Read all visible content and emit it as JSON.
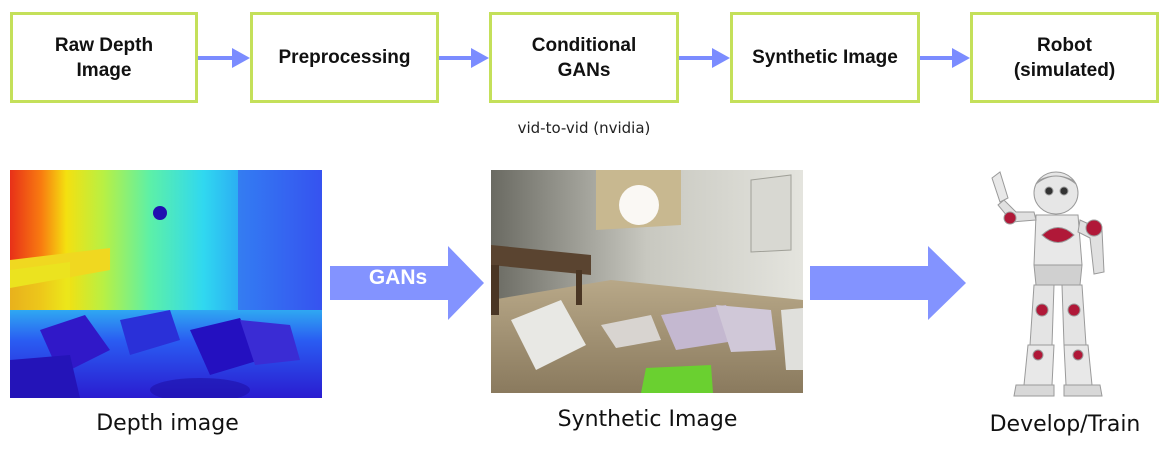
{
  "pipeline": {
    "steps": [
      {
        "label": "Raw Depth\nImage"
      },
      {
        "label": "Preprocessing"
      },
      {
        "label": "Conditional\nGANs"
      },
      {
        "label": "Synthetic Image"
      },
      {
        "label": "Robot\n(simulated)"
      }
    ],
    "note": "vid-to-vid (nvidia)"
  },
  "bottom": {
    "arrow_label": "GANs",
    "captions": {
      "depth": "Depth image",
      "synthetic": "Synthetic Image",
      "robot": "Develop/Train"
    }
  },
  "colors": {
    "box_border": "#c4e05a",
    "arrow": "#7b8cff",
    "big_arrow": "#8393ff"
  }
}
